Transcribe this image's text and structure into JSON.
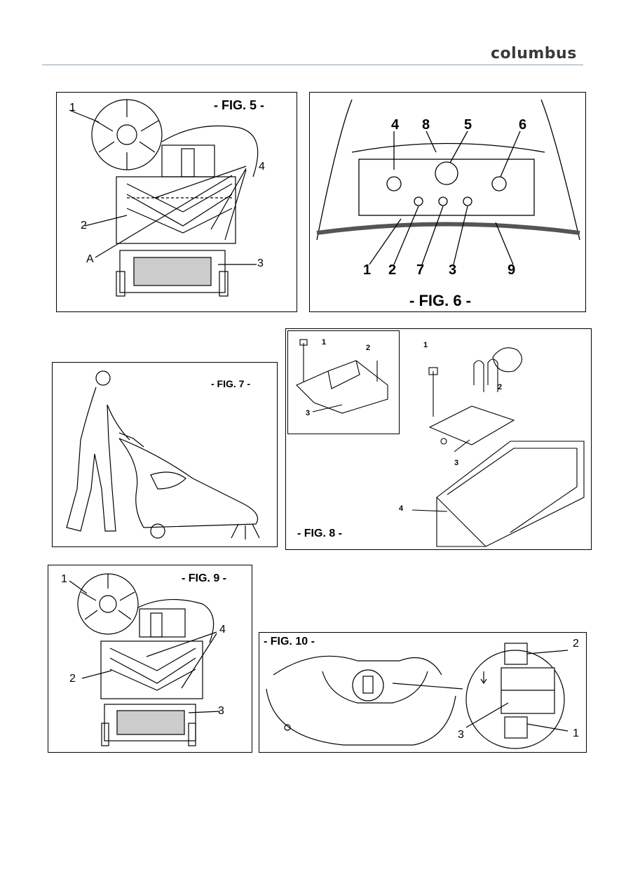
{
  "header": {
    "brand": "columbus"
  },
  "fig5": {
    "caption": "- FIG. 5 -",
    "labels": [
      "1",
      "4",
      "2",
      "A",
      "3"
    ]
  },
  "fig6": {
    "caption": "- FIG. 6 -",
    "labels_top": [
      "4",
      "8",
      "5",
      "6"
    ],
    "labels_bottom": [
      "1",
      "2",
      "7",
      "3",
      "9"
    ]
  },
  "fig7": {
    "caption": "- FIG. 7 -"
  },
  "fig8": {
    "caption": "- FIG. 8 -",
    "inset_labels": [
      "1",
      "2",
      "3"
    ],
    "main_labels": [
      "1",
      "2",
      "3",
      "4"
    ]
  },
  "fig9": {
    "caption": "- FIG. 9 -",
    "labels": [
      "1",
      "4",
      "2",
      "3"
    ]
  },
  "fig10": {
    "caption": "- FIG. 10 -",
    "labels": [
      "2",
      "3",
      "1"
    ]
  }
}
